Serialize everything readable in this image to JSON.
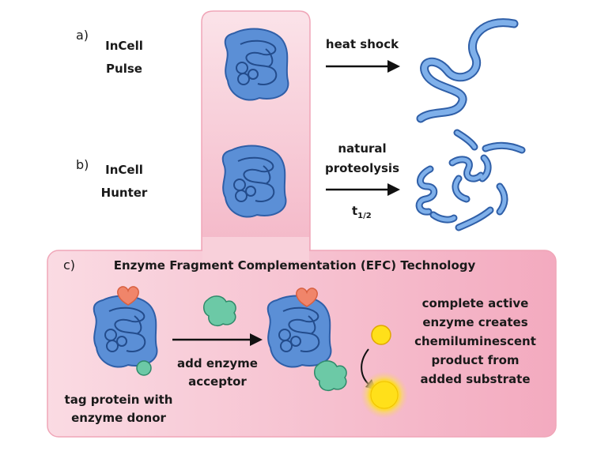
{
  "panel_a": {
    "letter": "a)",
    "title_line1": "InCell",
    "title_line2": "Pulse",
    "arrow_label": "heat shock"
  },
  "panel_b": {
    "letter": "b)",
    "title_line1": "InCell",
    "title_line2": "Hunter",
    "arrow_label_line1": "natural",
    "arrow_label_line2": "proteolysis",
    "half_life_main": "t",
    "half_life_sub": "1/2"
  },
  "panel_c": {
    "letter": "c)",
    "title": "Enzyme Fragment Complementation (EFC) Technology",
    "tag_line1": "tag protein with",
    "tag_line2": "enzyme donor",
    "add_line1": "add enzyme",
    "add_line2": "acceptor",
    "result_lines": [
      "complete active",
      "enzyme creates",
      "chemiluminescent",
      "product from",
      "added substrate"
    ]
  },
  "colors": {
    "protein_blue": "#5b8fd6",
    "protein_outline": "#2f5fa8",
    "pink_background": "#f6c9d4",
    "heart": "#f0856a",
    "acceptor_green": "#6cc9a6",
    "substrate_yellow": "#ffe01a"
  }
}
